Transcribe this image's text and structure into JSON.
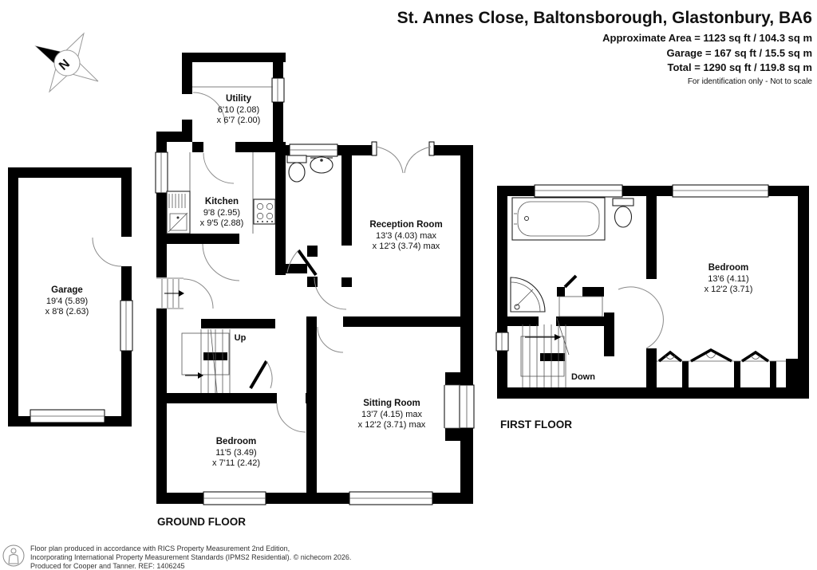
{
  "header": {
    "title": "St. Annes Close, Baltonsborough, Glastonbury, BA6",
    "area_line1": "Approximate Area = 1123 sq ft / 104.3 sq m",
    "area_line2": "Garage = 167 sq ft / 15.5 sq m",
    "area_line3": "Total = 1290 sq ft / 119.8 sq m",
    "note": "For identification only - Not to scale"
  },
  "compass": {
    "label": "N"
  },
  "ground_floor": {
    "label": "GROUND FLOOR",
    "up_label": "Up",
    "rooms": {
      "garage": {
        "name": "Garage",
        "dim1": "19'4 (5.89)",
        "dim2": "x 8'8 (2.63)"
      },
      "utility": {
        "name": "Utility",
        "dim1": "6'10 (2.08)",
        "dim2": "x 6'7 (2.00)"
      },
      "kitchen": {
        "name": "Kitchen",
        "dim1": "9'8 (2.95)",
        "dim2": "x 9'5 (2.88)"
      },
      "reception": {
        "name": "Reception Room",
        "dim1": "13'3 (4.03) max",
        "dim2": "x 12'3 (3.74) max"
      },
      "sitting": {
        "name": "Sitting Room",
        "dim1": "13'7 (4.15) max",
        "dim2": "x 12'2 (3.71) max"
      },
      "bedroom": {
        "name": "Bedroom",
        "dim1": "11'5 (3.49)",
        "dim2": "x 7'11 (2.42)"
      }
    }
  },
  "first_floor": {
    "label": "FIRST FLOOR",
    "down_label": "Down",
    "rooms": {
      "bedroom": {
        "name": "Bedroom",
        "dim1": "13'6 (4.11)",
        "dim2": "x 12'2 (3.71)"
      }
    }
  },
  "footer": {
    "line1": "Floor plan produced in accordance with RICS Property Measurement 2nd Edition,",
    "line2": "Incorporating International Property Measurement Standards (IPMS2 Residential).   © nichecom 2026.",
    "line3": "Produced for Cooper and Tanner.    REF:  1406245"
  }
}
